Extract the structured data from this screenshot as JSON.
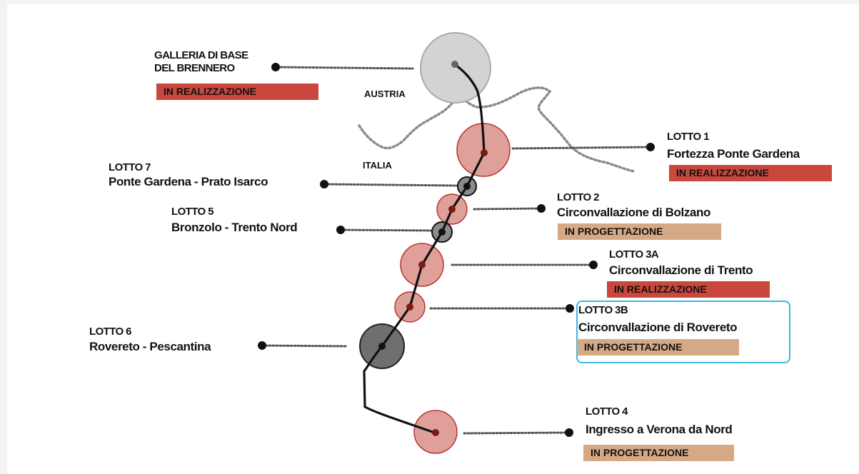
{
  "colors": {
    "in_realizzazione": "#c9473d",
    "in_progettazione": "#d6a986",
    "highlight_border": "#3eb7de",
    "circle_red": "#dfa09a",
    "circle_grey": "#8a8a8a",
    "circle_light_grey": "#d3d3d3"
  },
  "countries": {
    "austria": "AUSTRIA",
    "italia": "ITALIA"
  },
  "galleria": {
    "title_line1": "GALLERIA DI BASE",
    "title_line2": "DEL BRENNERO",
    "status": "IN REALIZZAZIONE"
  },
  "lots": {
    "lotto1": {
      "title": "LOTTO 1",
      "name": "Fortezza Ponte Gardena",
      "status": "IN REALIZZAZIONE"
    },
    "lotto2": {
      "title": "LOTTO 2",
      "name": "Circonvallazione di Bolzano",
      "status": "IN PROGETTAZIONE"
    },
    "lotto3a": {
      "title": "LOTTO 3A",
      "name": "Circonvallazione di Trento",
      "status": "IN REALIZZAZIONE"
    },
    "lotto3b": {
      "title": "LOTTO 3B",
      "name": "Circonvallazione di Rovereto",
      "status": "IN PROGETTAZIONE"
    },
    "lotto4": {
      "title": "LOTTO 4",
      "name": "Ingresso a Verona da Nord",
      "status": "IN PROGETTAZIONE"
    },
    "lotto5": {
      "title": "LOTTO 5",
      "name": "Bronzolo - Trento Nord"
    },
    "lotto6": {
      "title": "LOTTO 6",
      "name": "Rovereto - Pescantina"
    },
    "lotto7": {
      "title": "LOTTO 7",
      "name": "Ponte Gardena - Prato Isarco"
    }
  }
}
